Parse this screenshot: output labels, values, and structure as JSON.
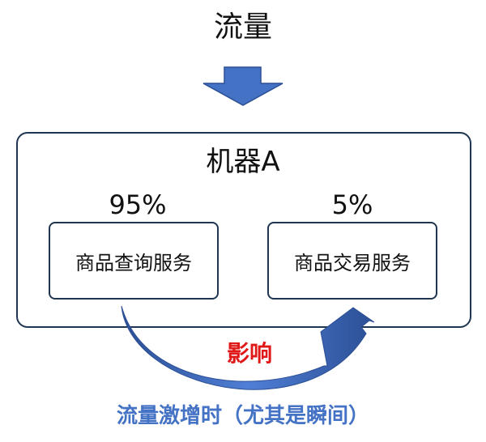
{
  "traffic_label": "流量",
  "machine": {
    "title": "机器A",
    "services": [
      {
        "name": "商品查询服务",
        "share": "95%"
      },
      {
        "name": "商品交易服务",
        "share": "5%"
      }
    ]
  },
  "impact_label": "影响",
  "footer_text": "流量激增时（尤其是瞬间）",
  "colors": {
    "arrow_fill": "#4472c4",
    "arrow_dark": "#2c4f95",
    "border": "#1f3550",
    "impact": "#e01818",
    "footer": "#4472c4"
  },
  "icons": {
    "down_arrow": "down-arrow-icon",
    "curved_arrow": "curved-arrow-icon"
  }
}
